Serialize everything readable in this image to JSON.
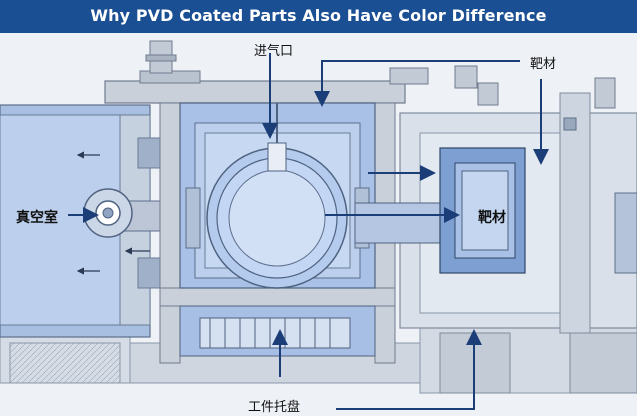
{
  "title": "Why PVD Coated Parts Also Have Color Difference",
  "labels": {
    "gas_inlet": "进气口",
    "target_top_right": "靶材",
    "vacuum_chamber": "真空室",
    "target_center": "靶材",
    "workpiece_tray": "工件托盘"
  },
  "colors": {
    "title_bg": "#1b4f93",
    "chamber_blue": "#b7cdec",
    "chamber_blue_dark": "#7e9fd2",
    "frame_gray": "#c9d0da",
    "arrow_navy": "#1c3e78"
  }
}
